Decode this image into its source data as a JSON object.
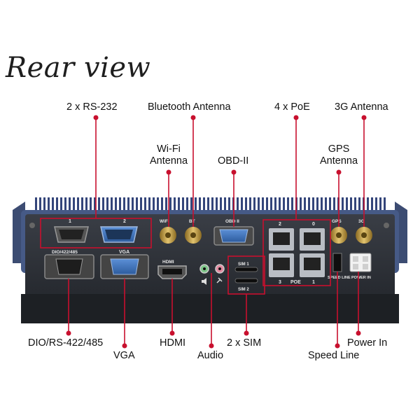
{
  "title": "Rear view",
  "callouts": {
    "rs232": "2 x RS-232",
    "bt_antenna": "Bluetooth Antenna",
    "poe": "4 x PoE",
    "g3_antenna": "3G Antenna",
    "wifi_antenna_1": "Wi-Fi",
    "wifi_antenna_2": "Antenna",
    "obd": "OBD-II",
    "gps_antenna_1": "GPS",
    "gps_antenna_2": "Antenna",
    "dio": "DIO/RS-422/485",
    "vga": "VGA",
    "hdmi": "HDMI",
    "audio": "Audio",
    "sim": "2 x SIM",
    "speed_line": "Speed Line",
    "power_in": "Power In"
  },
  "panel": {
    "com1": "1",
    "com2": "2",
    "dio_label": "DIO/422/485",
    "vga_label": "VGA",
    "wifi_label": "WiFi",
    "bt_label": "BT",
    "hdmi_label": "HDMI",
    "obd_label": "OBD II",
    "sim1": "SIM 1",
    "sim2": "SIM 2",
    "poe_2": "2",
    "poe_0": "0",
    "poe_3": "3",
    "poe_1": "1",
    "poe_label": "POE",
    "gps_label": "GPS",
    "g3_label": "3G",
    "speed_label": "SPEED LINE",
    "power_label": "POWER IN"
  },
  "colors": {
    "callout": "#c8102e",
    "chassis": "#2a2d33",
    "fins": "#3a4a6e",
    "port_blue": "#3b6fb6",
    "antenna_gold": "#c9a24a"
  }
}
